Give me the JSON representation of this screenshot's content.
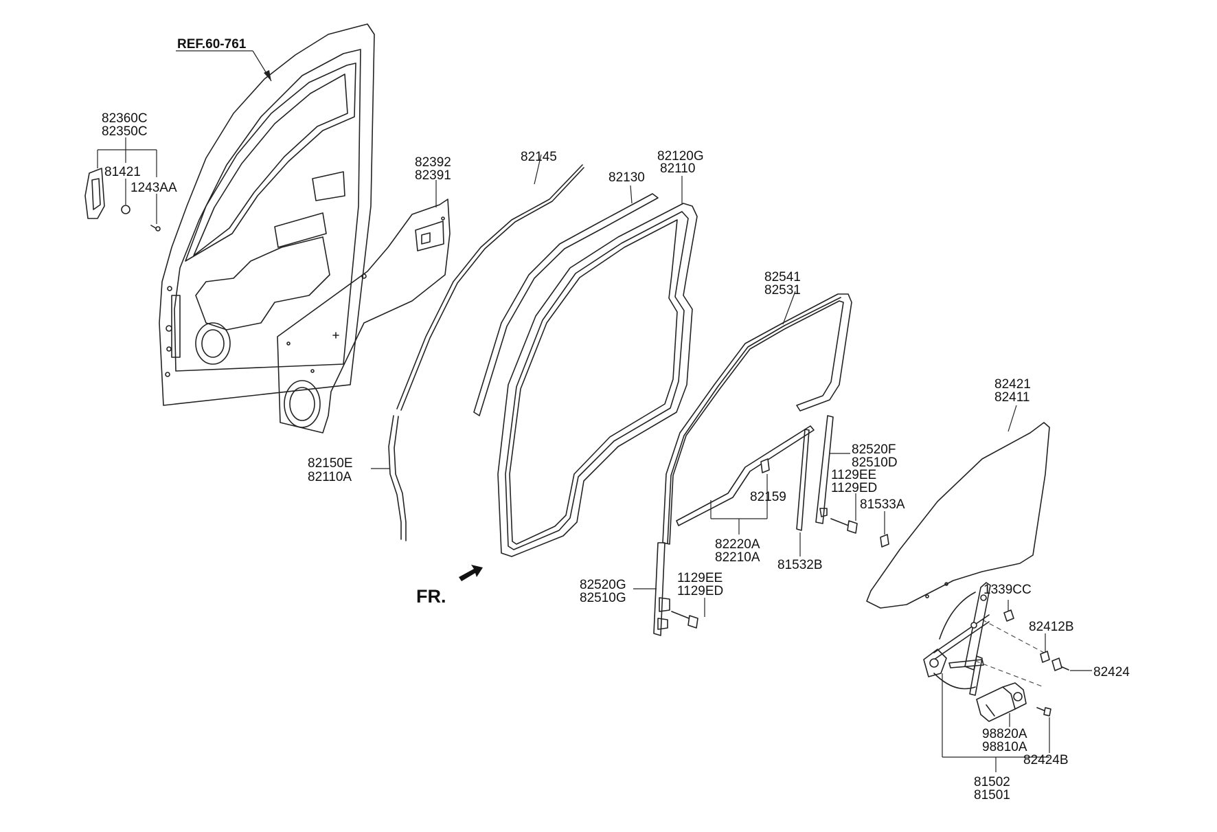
{
  "diagram": {
    "reference": "REF.60-761",
    "direction_marker": "FR.",
    "part_labels": {
      "p82360C": "82360C",
      "p82350C": "82350C",
      "p81421": "81421",
      "p1243AA": "1243AA",
      "p82392": "82392",
      "p82391": "82391",
      "p82145": "82145",
      "p82130": "82130",
      "p82120G": "82120G",
      "p82110": "82110",
      "p82150E": "82150E",
      "p82110A": "82110A",
      "p82541": "82541",
      "p82531": "82531",
      "p82520F": "82520F",
      "p82510D": "82510D",
      "p1129EE_a": "1129EE",
      "p1129ED_a": "1129ED",
      "p81533A": "81533A",
      "p82159": "82159",
      "p82220A": "82220A",
      "p82210A": "82210A",
      "p81532B": "81532B",
      "p82520G": "82520G",
      "p82510G": "82510G",
      "p1129EE_b": "1129EE",
      "p1129ED_b": "1129ED",
      "p82421": "82421",
      "p82411": "82411",
      "p1339CC": "1339CC",
      "p82412B": "82412B",
      "p82424": "82424",
      "p98820A": "98820A",
      "p98810A": "98810A",
      "p82424B": "82424B",
      "p81502": "81502",
      "p81501": "81501"
    },
    "components": [
      "door-panel-icon",
      "door-trim-sheet-icon",
      "outer-weatherstrip-icon",
      "run-channel-icon",
      "door-seal-icon",
      "glass-run-icon",
      "belt-seal-icon",
      "division-channel-icon",
      "window-glass-icon",
      "window-regulator-icon",
      "regulator-motor-icon",
      "fastener-icon",
      "bracket-icon",
      "front-arrow-icon"
    ]
  }
}
